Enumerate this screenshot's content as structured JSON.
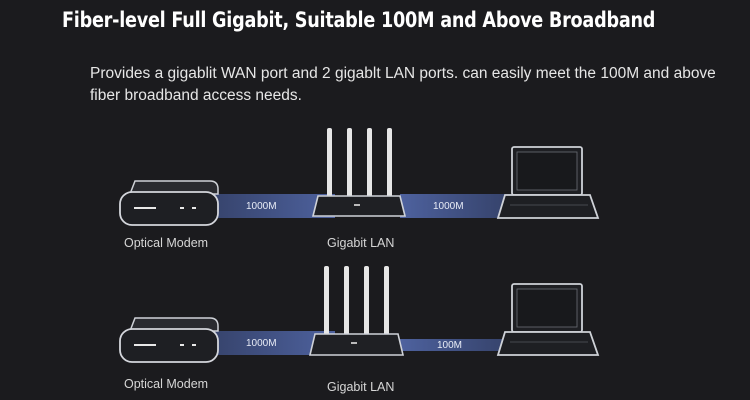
{
  "header": {
    "title": "Fiber-level Full Gigabit, Suitable 100M and Above Broadband",
    "description": "Provides a gigablit WAN port and 2 gigablt LAN ports. can easily meet the 100M and above fiber broadband access needs."
  },
  "diagram": {
    "rows": [
      {
        "modem_label": "Optical Modem",
        "router_label": "Gigabit LAN",
        "link_in_label": "1000M",
        "link_out_label": "1000M"
      },
      {
        "modem_label": "Optical Modem",
        "router_label": "Gigabit LAN",
        "link_in_label": "1000M",
        "link_out_label": "100M"
      }
    ]
  },
  "colors": {
    "background": "#1b1b1e",
    "link_band": "#4a5f9a",
    "device_outline": "#cfd2d8"
  }
}
